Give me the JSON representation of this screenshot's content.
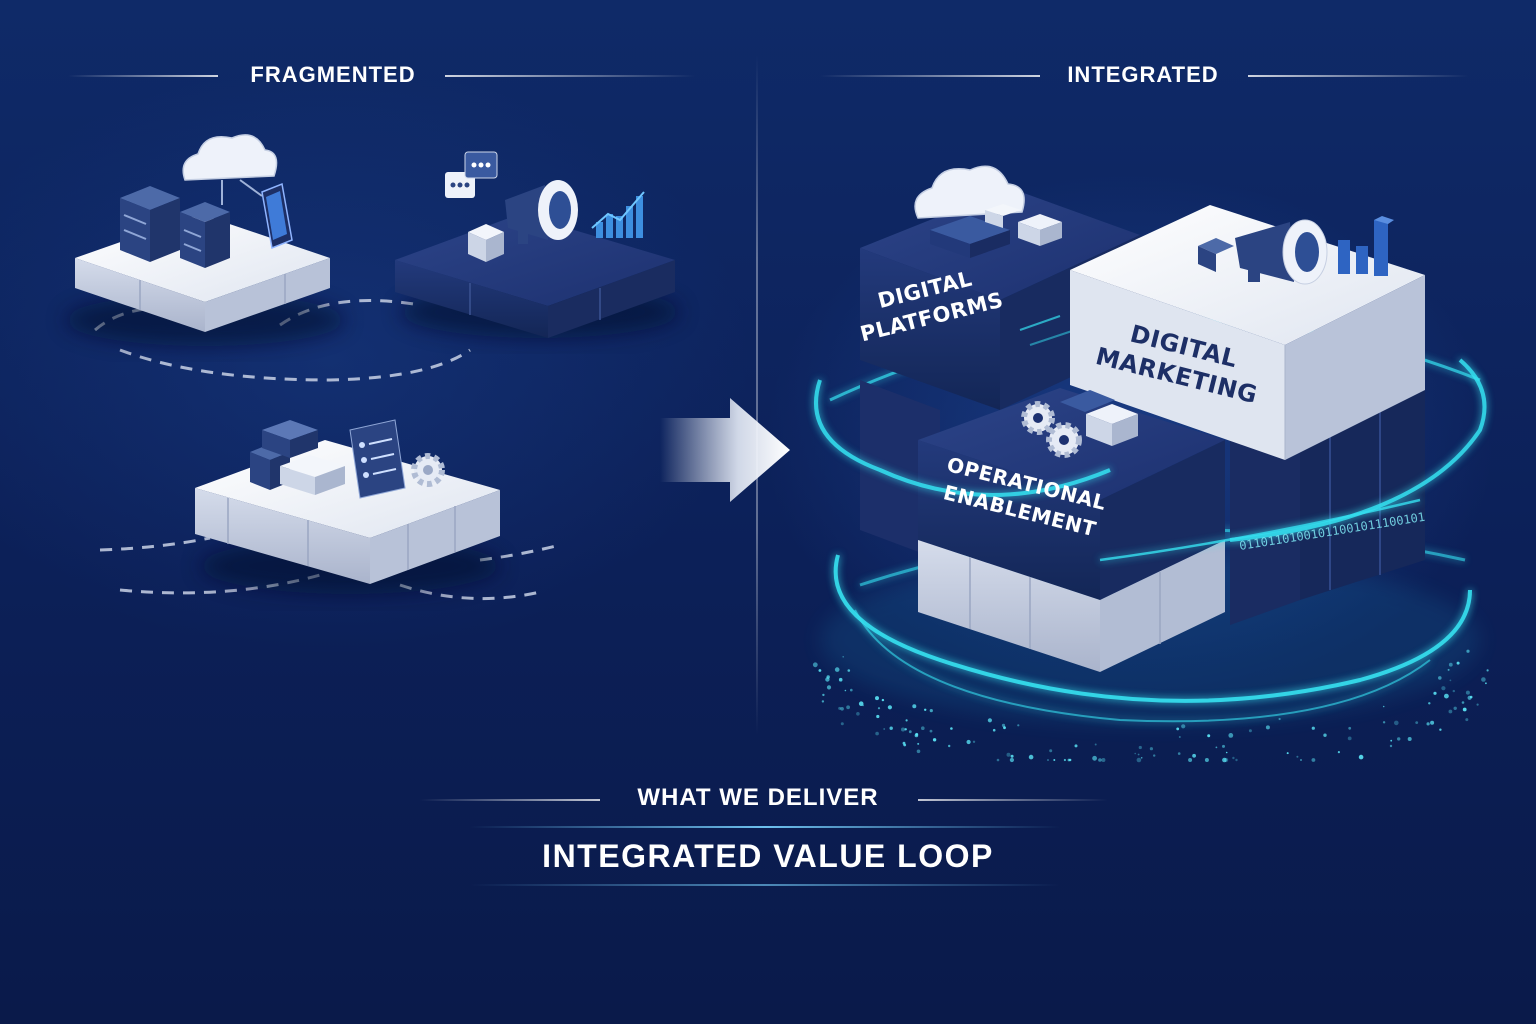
{
  "left_panel": {
    "title": "FRAGMENTED"
  },
  "right_panel": {
    "title": "INTEGRATED",
    "blocks": {
      "digital_platforms": [
        "DIGITAL",
        "PLATFORMS"
      ],
      "digital_marketing": [
        "DIGITAL",
        "MARKETING"
      ],
      "operational_enablement": [
        "OPERATIONAL",
        "ENABLEMENT"
      ]
    },
    "binary_stream": "01101101001011001011100101"
  },
  "footer": {
    "subtitle": "WHAT WE DELIVER",
    "title": "INTEGRATED VALUE LOOP"
  },
  "colors": {
    "background": "#0d2158",
    "accent_glow": "#35e0f0",
    "block_light": "#e9edf5",
    "block_dark": "#1f3470"
  }
}
